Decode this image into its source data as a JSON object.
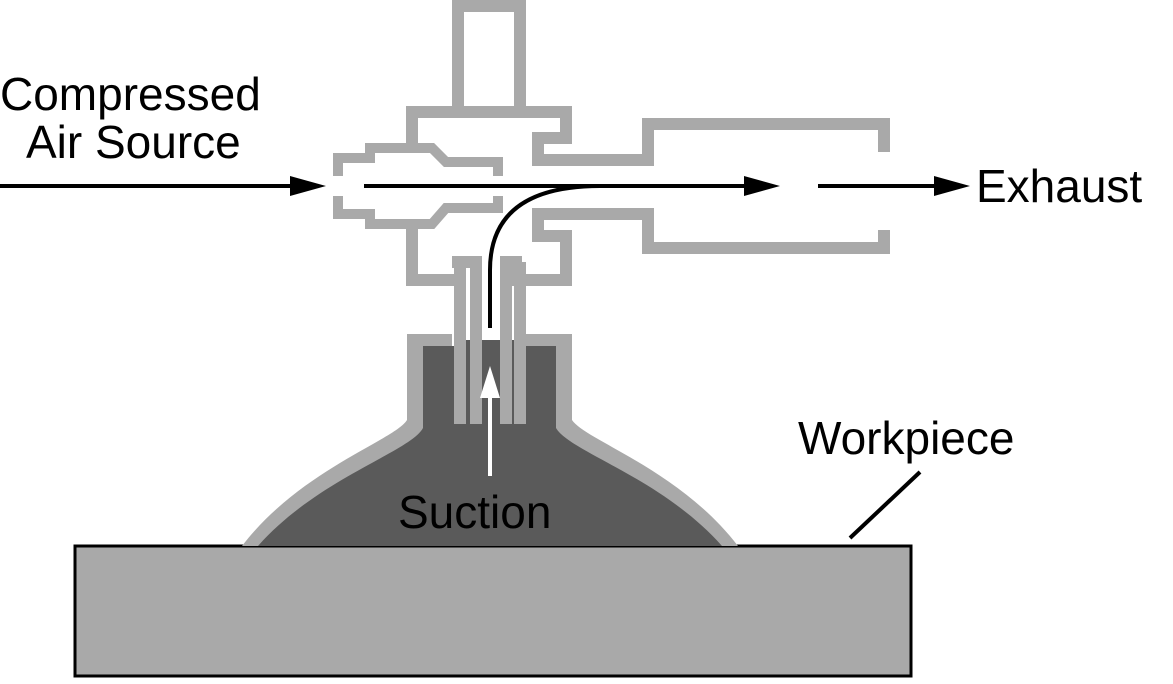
{
  "labels": {
    "source_line1": "Compressed",
    "source_line2": "Air Source",
    "exhaust": "Exhaust",
    "suction": "Suction",
    "workpiece": "Workpiece"
  },
  "colors": {
    "structure": "#a9a9a9",
    "cup_fill": "#5a5a5a",
    "workpiece": "#a9a9a9",
    "arrow": "#000000",
    "suction_arrow": "#ffffff"
  }
}
